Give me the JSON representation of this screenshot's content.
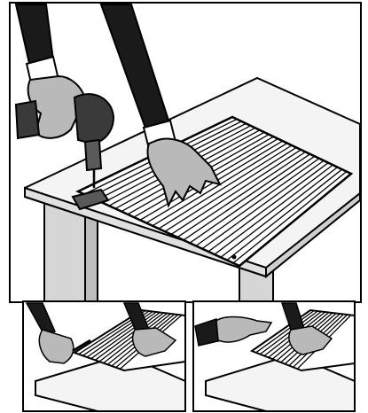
{
  "figure": {
    "panels": [
      {
        "id": "main",
        "depicts": "drill-attaching-slatted-panel-to-table"
      },
      {
        "id": "inset-left",
        "depicts": "hand-fastening-slat-edge-clip"
      },
      {
        "id": "inset-right",
        "depicts": "hand-holding-slat-edge-tool"
      }
    ],
    "colors": {
      "ink": "#000000",
      "sleeve": "#1a1a1a",
      "glove": "#b9b9b9",
      "glove_dark": "#8a8a8a",
      "table_top": "#f4f4f4",
      "table_leg": "#d6d6d6",
      "slats": "#ffffff",
      "drill": "#3a3a3a"
    }
  }
}
